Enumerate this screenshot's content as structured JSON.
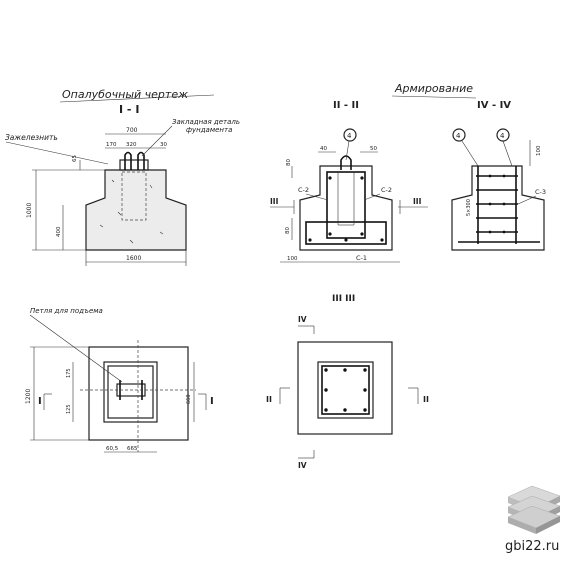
{
  "drawing": {
    "formwork_title": "Опалубочный  чертеж",
    "reinforcement_title": "Армирование",
    "section_I": "I - I",
    "section_II": "II - II",
    "section_IV": "IV - IV",
    "section_III": "III  III",
    "label_zazheleznit": "Зажелезнить",
    "label_embedded_1": "Закладная деталь",
    "label_embedded_2": "фундамента",
    "label_lifting_loop": "Петля для подъема",
    "dim_700": "700",
    "dim_170": "170",
    "dim_320": "320",
    "dim_30": "30",
    "dim_65": "65",
    "dim_1000": "1000",
    "dim_400": "400",
    "dim_1600": "1600",
    "dim_1200": "1200",
    "dim_40": "40",
    "dim_50": "50",
    "dim_100": "100",
    "dim_80": "80",
    "dim_60": "60",
    "dim_5x300": "5×300",
    "dim_60_5": "60,5",
    "dim_665": "665",
    "dim_175": "175",
    "dim_125": "125",
    "dim_660": "660",
    "lbl_c2": "С-2",
    "lbl_c1": "С-1",
    "lbl_c3": "С-3",
    "mark_4": "4",
    "rom_I": "I",
    "rom_II": "II",
    "rom_III": "III",
    "rom_IV": "IV"
  },
  "watermark": {
    "site": "gbi22.ru"
  },
  "colors": {
    "line": "#222222",
    "concrete": "#ececec",
    "logo_light": "#d9d9d9",
    "logo_mid": "#bdbdbd",
    "logo_dark": "#9e9e9e"
  }
}
